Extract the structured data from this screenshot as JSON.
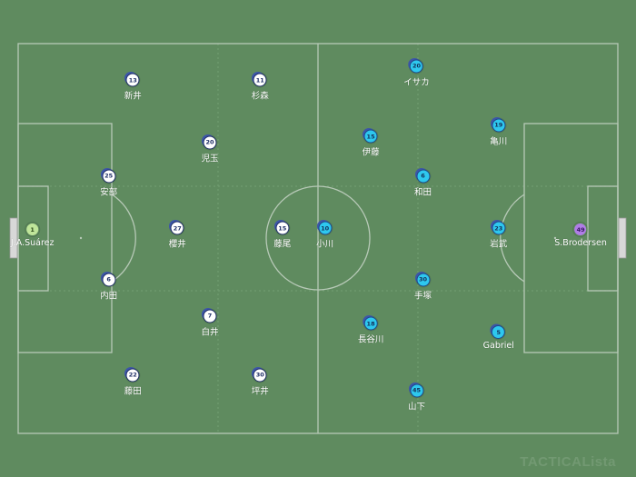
{
  "brand": {
    "watermark": "TACTICALista"
  },
  "colors": {
    "pitch": "#5f8b5f",
    "lines": "#b7c9b7",
    "home": "#ffffff",
    "home_gk": "#bfe59a",
    "away": "#2ec8ee",
    "away_gk": "#b07de6"
  },
  "players": [
    {
      "id": "home-gk",
      "team": "home-gk",
      "number": "1",
      "name": "J.A.Suárez",
      "nx": 0.051,
      "ny": 0.482
    },
    {
      "id": "home-25",
      "team": "home",
      "number": "25",
      "name": "安部",
      "nx": 0.171,
      "ny": 0.373
    },
    {
      "id": "home-6",
      "team": "home",
      "number": "6",
      "name": "内田",
      "nx": 0.171,
      "ny": 0.59
    },
    {
      "id": "home-13",
      "team": "home",
      "number": "13",
      "name": "新井",
      "nx": 0.209,
      "ny": 0.172
    },
    {
      "id": "home-22",
      "team": "home",
      "number": "22",
      "name": "藤田",
      "nx": 0.209,
      "ny": 0.79
    },
    {
      "id": "home-20",
      "team": "home",
      "number": "20",
      "name": "児玉",
      "nx": 0.33,
      "ny": 0.302
    },
    {
      "id": "home-27",
      "team": "home",
      "number": "27",
      "name": "櫻井",
      "nx": 0.279,
      "ny": 0.482
    },
    {
      "id": "home-7",
      "team": "home",
      "number": "7",
      "name": "白井",
      "nx": 0.33,
      "ny": 0.666
    },
    {
      "id": "home-11",
      "team": "home",
      "number": "11",
      "name": "杉森",
      "nx": 0.409,
      "ny": 0.172
    },
    {
      "id": "home-15",
      "team": "home",
      "number": "15",
      "name": "藤尾",
      "nx": 0.444,
      "ny": 0.482
    },
    {
      "id": "home-30",
      "team": "home",
      "number": "30",
      "name": "坪井",
      "nx": 0.409,
      "ny": 0.79
    },
    {
      "id": "away-10",
      "team": "away",
      "number": "10",
      "name": "小川",
      "nx": 0.511,
      "ny": 0.482
    },
    {
      "id": "away-20",
      "team": "away",
      "number": "20",
      "name": "イサカ",
      "nx": 0.655,
      "ny": 0.142
    },
    {
      "id": "away-15",
      "team": "away",
      "number": "15",
      "name": "伊藤",
      "nx": 0.583,
      "ny": 0.29
    },
    {
      "id": "away-6",
      "team": "away",
      "number": "6",
      "name": "和田",
      "nx": 0.665,
      "ny": 0.373
    },
    {
      "id": "away-30",
      "team": "away",
      "number": "30",
      "name": "手塚",
      "nx": 0.665,
      "ny": 0.59
    },
    {
      "id": "away-18",
      "team": "away",
      "number": "18",
      "name": "長谷川",
      "nx": 0.583,
      "ny": 0.682
    },
    {
      "id": "away-45",
      "team": "away",
      "number": "45",
      "name": "山下",
      "nx": 0.655,
      "ny": 0.822
    },
    {
      "id": "away-19",
      "team": "away",
      "number": "19",
      "name": "亀川",
      "nx": 0.784,
      "ny": 0.266
    },
    {
      "id": "away-23",
      "team": "away",
      "number": "23",
      "name": "岩武",
      "nx": 0.784,
      "ny": 0.482
    },
    {
      "id": "away-5",
      "team": "away",
      "number": "5",
      "name": "Gabriel",
      "nx": 0.784,
      "ny": 0.698
    },
    {
      "id": "away-gk",
      "team": "away-gk",
      "number": "49",
      "name": "S.Brodersen",
      "nx": 0.913,
      "ny": 0.482
    }
  ]
}
